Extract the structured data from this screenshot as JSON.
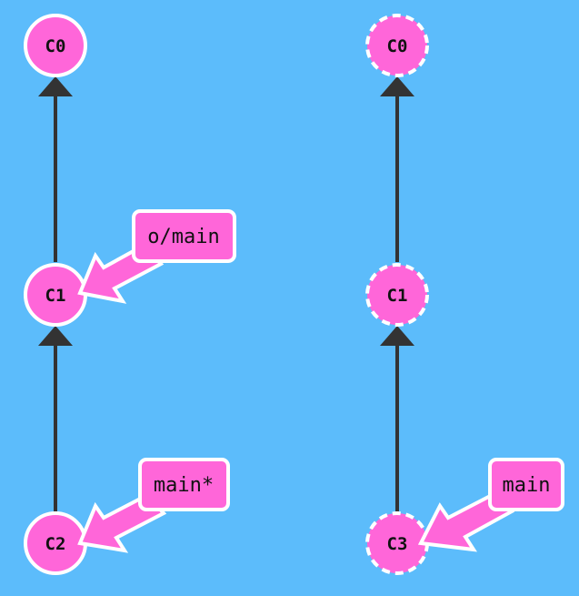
{
  "colors": {
    "background": "#5cbcfb",
    "node_fill": "#ff66d9",
    "node_stroke": "#ffffff",
    "edge": "#333333",
    "label_fill": "#ff66d9",
    "label_stroke": "#ffffff"
  },
  "local": {
    "commits": [
      {
        "id": "C0",
        "label": "C0",
        "style": "solid"
      },
      {
        "id": "C1",
        "label": "C1",
        "style": "solid"
      },
      {
        "id": "C2",
        "label": "C2",
        "style": "solid"
      }
    ],
    "edges": [
      {
        "from": "C1",
        "to": "C0"
      },
      {
        "from": "C2",
        "to": "C1"
      }
    ],
    "branches": [
      {
        "label": "o/main",
        "target": "C1"
      },
      {
        "label": "main*",
        "target": "C2"
      }
    ]
  },
  "remote": {
    "commits": [
      {
        "id": "C0",
        "label": "C0",
        "style": "dashed"
      },
      {
        "id": "C1",
        "label": "C1",
        "style": "dashed"
      },
      {
        "id": "C3",
        "label": "C3",
        "style": "dashed"
      }
    ],
    "edges": [
      {
        "from": "C1",
        "to": "C0"
      },
      {
        "from": "C3",
        "to": "C1"
      }
    ],
    "branches": [
      {
        "label": "main",
        "target": "C3"
      }
    ]
  }
}
